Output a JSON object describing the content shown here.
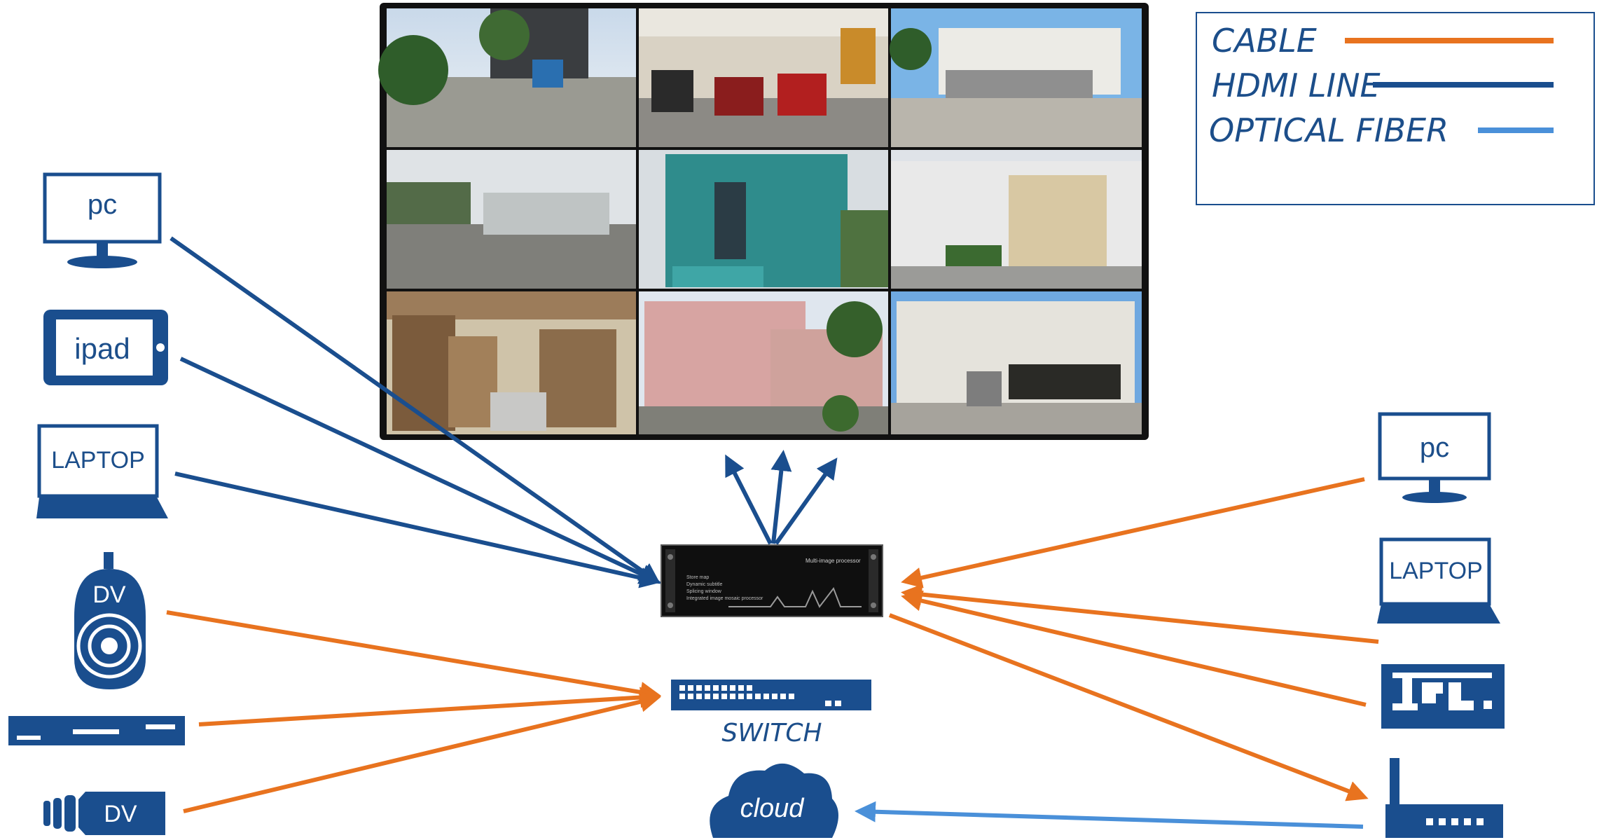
{
  "legend": {
    "items": [
      {
        "label": "CABLE",
        "color": "#e8731f"
      },
      {
        "label": "HDMI LINE",
        "color": "#1a4e8e"
      },
      {
        "label": "OPTICAL FIBER",
        "color": "#4a90d9"
      }
    ]
  },
  "devices_left": {
    "pc": "pc",
    "ipad": "ipad",
    "laptop": "LAPTOP",
    "dv_dome": "DV",
    "dv_bullet": "DV"
  },
  "devices_right": {
    "pc": "pc",
    "laptop": "LAPTOP"
  },
  "center": {
    "switch_label": "SWITCH",
    "cloud_label": "cloud",
    "processor_lines": [
      "Multi-image processor",
      "Store map",
      "Dynamic subtitle",
      "Splicing window",
      "Integrated image mosaic processor"
    ]
  },
  "colors": {
    "cable": "#e8731f",
    "hdmi": "#1a4e8e",
    "fiber": "#4a90d9",
    "device": "#1c4e8a"
  },
  "icons": [
    "monitor-icon",
    "tablet-icon",
    "laptop-icon",
    "dome-camera-icon",
    "dvr-icon",
    "bullet-camera-icon",
    "decoder-icon",
    "router-icon",
    "cloud-icon",
    "network-switch-icon",
    "video-processor-icon"
  ]
}
